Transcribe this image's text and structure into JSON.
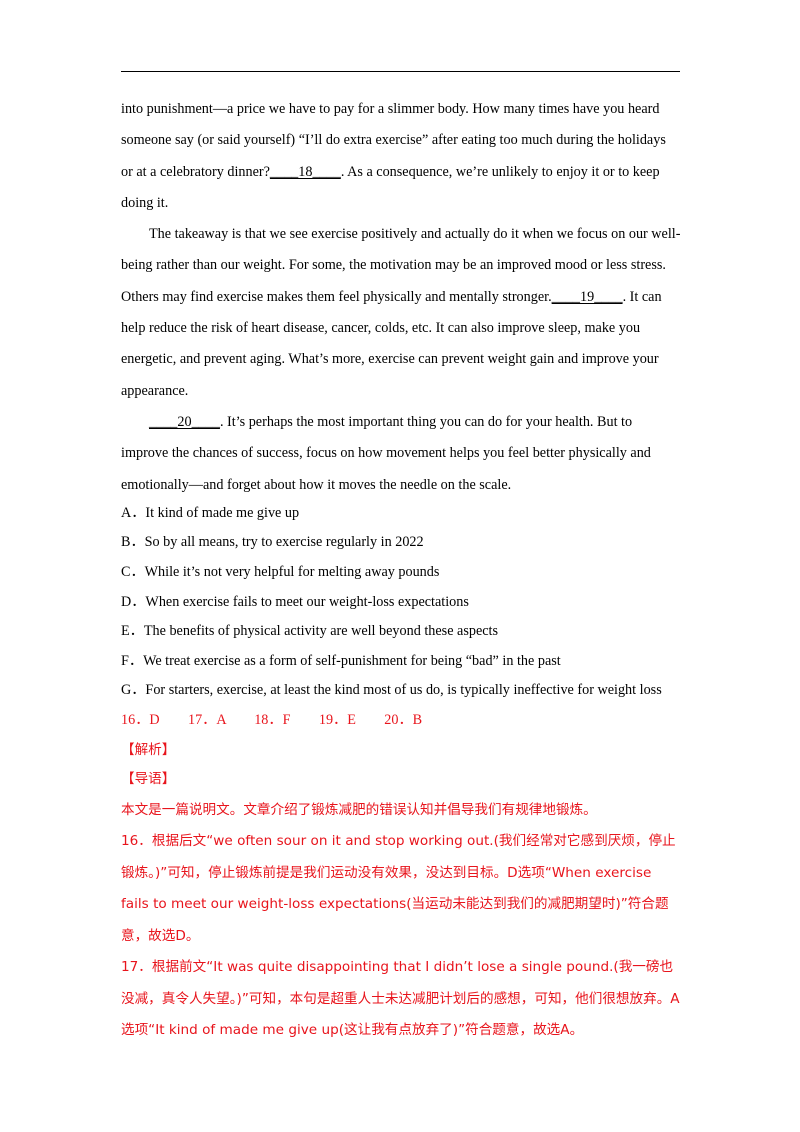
{
  "passage": {
    "p1_part1": "into punishment—a price we have to pay for a slimmer body. How many times have you heard someone say (or said yourself) “I’ll do extra exercise” after eating too much during the holidays or at a celebratory dinner?",
    "blank18": "____18____",
    "p1_part2": ". As a consequence, we’re unlikely to enjoy it or to keep doing it.",
    "p2_part1": "The takeaway is that we see exercise positively and actually do it when we focus on our well-being rather than our weight. For some, the motivation may be an improved mood or less stress. Others may find exercise makes them feel physically and mentally stronger.",
    "blank19": "____19____",
    "p2_part2": ". It can help reduce the risk of heart disease, cancer, colds, etc. It can also improve sleep, make you energetic, and prevent aging. What’s more, exercise can prevent weight gain and improve your appearance.",
    "blank20": "____20____",
    "p3_part2": ". It’s perhaps the most important thing you can do for your health. But to improve the chances of success, focus on how movement helps you feel better physically and emotionally—and forget about how it moves the needle on the scale."
  },
  "options": [
    "A．It kind of made me give up",
    "B．So by all means, try to exercise regularly in 2022",
    "C．While it’s not very helpful for melting away pounds",
    "D．When exercise fails to meet our weight-loss expectations",
    "E．The benefits of physical activity are well beyond these aspects",
    "F．We treat exercise as a form of self-punishment for being “bad” in the past",
    "G．For starters, exercise, at least the kind most of us do, is typically ineffective for weight loss"
  ],
  "answers": "16．D　　17．A　　18．F　　19．E　　20．B",
  "analysis_label": "【解析】",
  "intro_label": "【导语】",
  "intro_text": "本文是一篇说明文。文章介绍了锻炼减肥的错误认知并倡导我们有规律地锻炼。",
  "explanations": [
    "16．根据后文“we often sour on it and stop working out.(我们经常对它感到厌烦，停止锻炼。)”可知，停止锻炼前提是我们运动没有效果，没达到目标。D选项“When exercise fails to meet our weight-loss expectations(当运动未能达到我们的减肥期望时)”符合题意，故选D。",
    "17．根据前文“It was quite disappointing that I didn’t lose a single pound.(我一磅也没减，真令人失望。)”可知，本句是超重人士未达减肥计划后的感想，可知，他们很想放弃。A选项“It kind of made me give up(这让我有点放弃了)”符合题意，故选A。"
  ],
  "colors": {
    "answer_red": "#e8141c",
    "text": "#000000"
  }
}
